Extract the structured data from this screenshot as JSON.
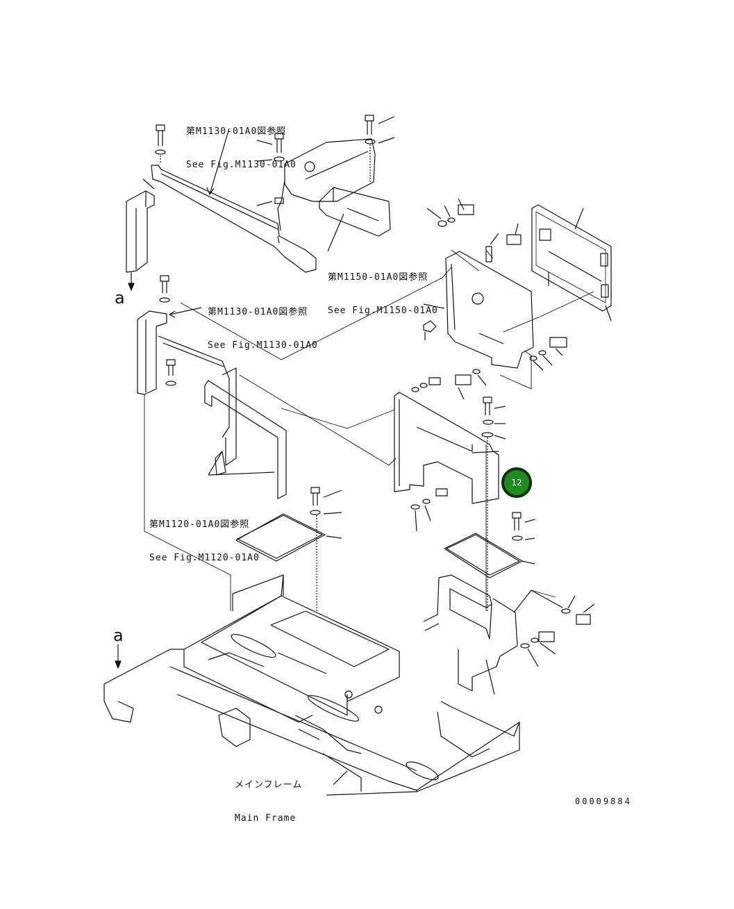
{
  "references": [
    {
      "jp": "第M1130-01A0図参照",
      "en": "See Fig.M1130-01A0"
    },
    {
      "jp": "第M1150-01A0図参照",
      "en": "See Fig.M1150-01A0"
    },
    {
      "jp": "第M1130-01A0図参照",
      "en": "See Fig.M1130-01A0"
    },
    {
      "jp": "第M1120-01A0図参照",
      "en": "See Fig.M1120-01A0"
    }
  ],
  "main_frame": {
    "jp": "メインフレーム",
    "en": "Main Frame"
  },
  "view_arrows": [
    "a",
    "a"
  ],
  "callout": {
    "number": "12",
    "color": "#1f8a1f"
  },
  "drawing_number": "00009884"
}
